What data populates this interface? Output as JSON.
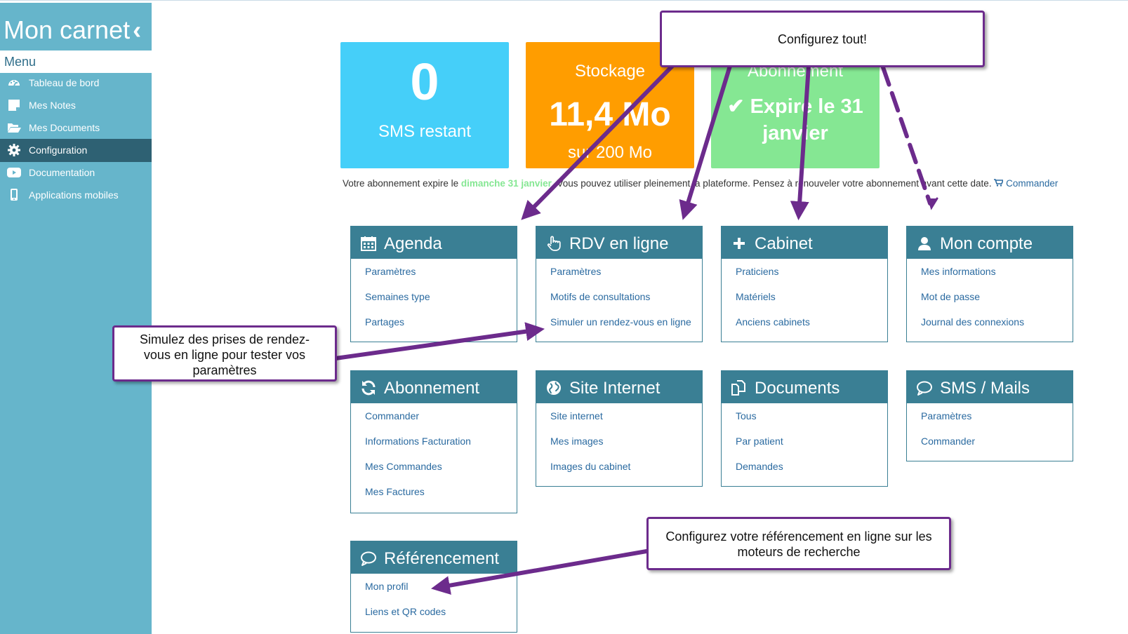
{
  "sidebar": {
    "brand": "Mon carnet",
    "brand_chevron": "‹",
    "menu_label": "Menu",
    "items": [
      {
        "label": "Tableau de bord",
        "icon": "dashboard-icon"
      },
      {
        "label": "Mes Notes",
        "icon": "note-icon"
      },
      {
        "label": "Mes Documents",
        "icon": "folder-open-icon"
      },
      {
        "label": "Configuration",
        "icon": "gear-icon",
        "active": true
      },
      {
        "label": "Documentation",
        "icon": "video-play-icon"
      },
      {
        "label": "Applications mobiles",
        "icon": "mobile-phone-icon"
      }
    ]
  },
  "tiles": {
    "sms": {
      "value": "0",
      "label": "SMS restant",
      "color": "#45cff9"
    },
    "storage": {
      "title": "Stockage",
      "value": "11,4 Mo",
      "sub": "sur 200 Mo",
      "color": "#ff9d00"
    },
    "subscription": {
      "title": "Abonnement",
      "line1": "Expire le 31",
      "line2": "janvier",
      "color": "#85e793"
    }
  },
  "notice": {
    "prefix": "Votre abonnement expire le ",
    "date": "dimanche 31 janvier",
    "suffix": ". Vous pouvez utiliser pleinement la plateforme. Pensez à renouveler votre abonnement avant cette date. ",
    "link": "Commander"
  },
  "panels": {
    "agenda": {
      "title": "Agenda",
      "icon": "calendar-icon",
      "links": [
        "Paramètres",
        "Semaines type",
        "Partages"
      ]
    },
    "rdv": {
      "title": "RDV en ligne",
      "icon": "hand-pointer-icon",
      "links": [
        "Paramètres",
        "Motifs de consultations",
        "Simuler un rendez-vous en ligne"
      ]
    },
    "cabinet": {
      "title": "Cabinet",
      "icon": "plus-icon",
      "links": [
        "Praticiens",
        "Matériels",
        "Anciens cabinets"
      ]
    },
    "compte": {
      "title": "Mon compte",
      "icon": "user-icon",
      "links": [
        "Mes informations",
        "Mot de passe",
        "Journal des connexions"
      ]
    },
    "abonnement": {
      "title": "Abonnement",
      "icon": "refresh-icon",
      "links": [
        "Commander",
        "Informations Facturation",
        "Mes Commandes",
        "Mes Factures"
      ]
    },
    "site": {
      "title": "Site Internet",
      "icon": "globe-icon",
      "links": [
        "Site internet",
        "Mes images",
        "Images du cabinet"
      ]
    },
    "documents": {
      "title": "Documents",
      "icon": "copy-icon",
      "links": [
        "Tous",
        "Par patient",
        "Demandes"
      ]
    },
    "sms": {
      "title": "SMS / Mails",
      "icon": "chat-bubble-icon",
      "links": [
        "Paramètres",
        "Commander"
      ]
    },
    "referencement": {
      "title": "Référencement",
      "icon": "chat-bubble-icon",
      "links": [
        "Mon profil",
        "Liens et QR codes"
      ]
    }
  },
  "callouts": {
    "top": "Configurez tout!",
    "simulate": [
      "Simulez des prises de rendez-",
      "vous en ligne pour tester vos",
      "paramètres"
    ],
    "seo": [
      "Configurez votre référencement en ligne sur les",
      "moteurs de recherche"
    ]
  },
  "colors": {
    "sidebar": "#66b5cb",
    "sidebar_active": "#2e6173",
    "panel_header": "#3a7f94",
    "link": "#2a6aa0",
    "callout_border": "#6c2b8c"
  }
}
